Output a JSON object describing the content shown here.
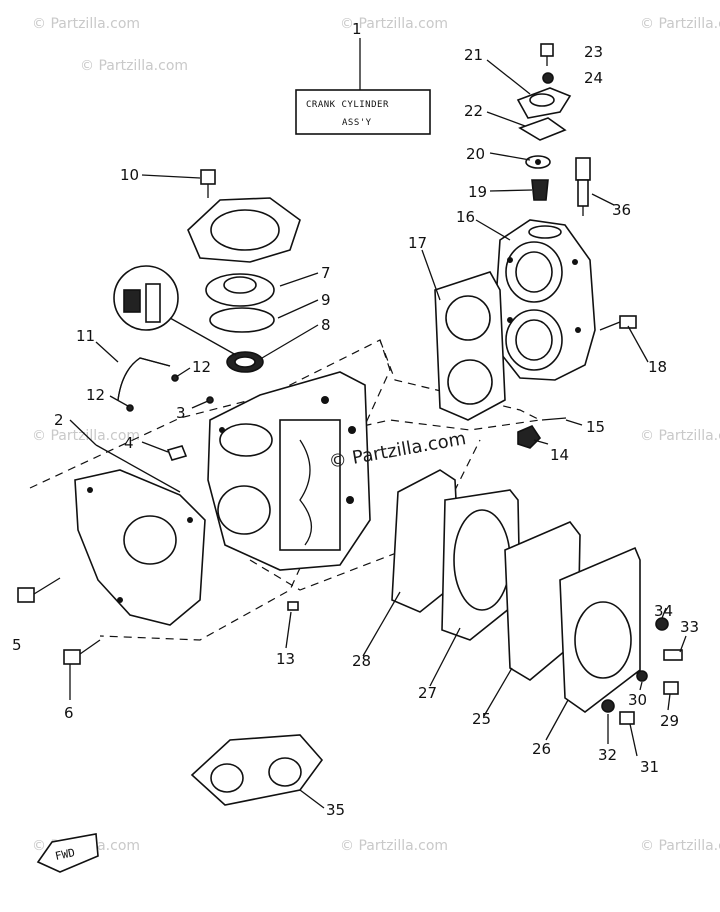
{
  "title_box": {
    "line1": "CRANK CYLINDER",
    "line2": "ASS'Y"
  },
  "watermarks": [
    "© Partzilla.com",
    "© Partzilla.com",
    "© Partzilla.com",
    "© Partzilla.com",
    "© Partzilla.com",
    "© Partzilla.com",
    "© Partzilla.com",
    "© Partzilla.com",
    "© Partzilla.com"
  ],
  "center_watermark": "© Partzilla.com",
  "fwd_label": "FWD",
  "callouts": [
    "1",
    "2",
    "3",
    "4",
    "5",
    "6",
    "7",
    "8",
    "9",
    "10",
    "11",
    "12",
    "12",
    "13",
    "14",
    "15",
    "16",
    "17",
    "18",
    "19",
    "20",
    "21",
    "22",
    "23",
    "24",
    "25",
    "26",
    "27",
    "28",
    "29",
    "30",
    "31",
    "32",
    "33",
    "34",
    "35",
    "36"
  ]
}
